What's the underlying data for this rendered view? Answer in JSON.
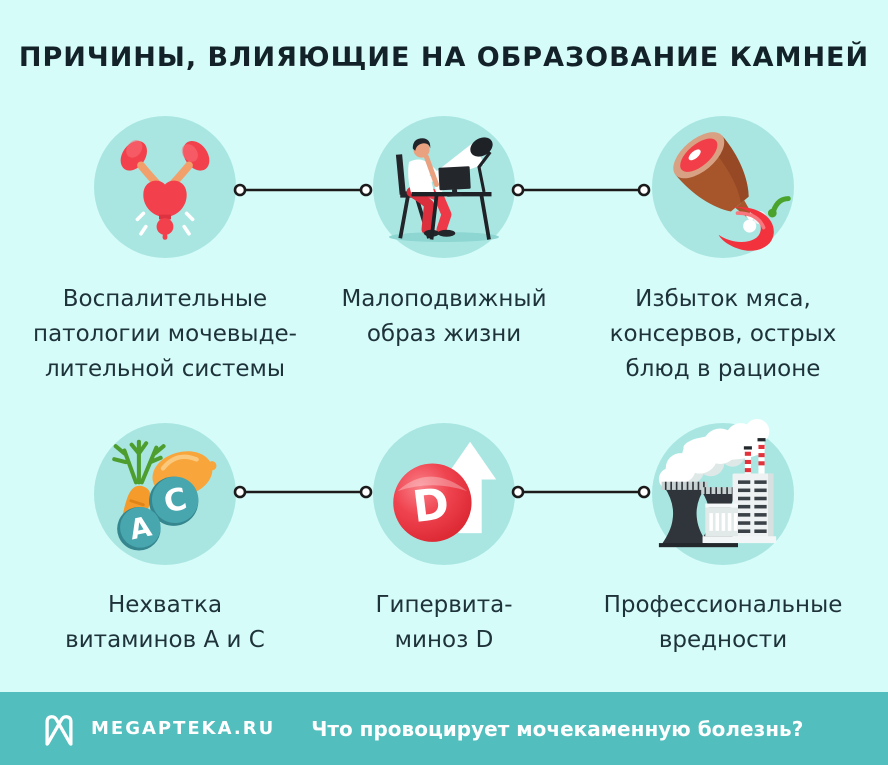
{
  "title": "ПРИЧИНЫ, ВЛИЯЮЩИЕ НА ОБРАЗОВАНИЕ КАМНЕЙ",
  "causes": [
    {
      "icon": "urinary-system-icon",
      "lines": [
        "Воспалительные",
        "патологии мочевыде-",
        "лительной системы"
      ]
    },
    {
      "icon": "person-at-desk-icon",
      "lines": [
        "Малоподвижный",
        "образ жизни"
      ]
    },
    {
      "icon": "meat-and-pepper-icon",
      "lines": [
        "Избыток мяса,",
        "консервов, острых",
        "блюд в рационе"
      ]
    },
    {
      "icon": "vitamins-a-c-icon",
      "lines": [
        "Нехватка",
        "витаминов А и С"
      ]
    },
    {
      "icon": "vitamin-d-arrow-icon",
      "lines": [
        "Гипервита-",
        "миноз D"
      ]
    },
    {
      "icon": "factory-smoke-icon",
      "lines": [
        "Профессиональные",
        "вредности"
      ]
    }
  ],
  "icon_letters": {
    "vitamin_a": "A",
    "vitamin_c": "C",
    "vitamin_d": "D"
  },
  "footer": {
    "brand": "MEGAPTEKA.RU",
    "question": "Что провоцирует мочекаменную болезнь?"
  },
  "colors": {
    "background": "#d6fcf9",
    "icon_circle": "#a9e6e2",
    "footer_bar": "#52bebd",
    "title_text": "#132228",
    "caption_text": "#1e323a",
    "accent_red": "#f2414c",
    "connector_black": "#1b1b1b"
  }
}
